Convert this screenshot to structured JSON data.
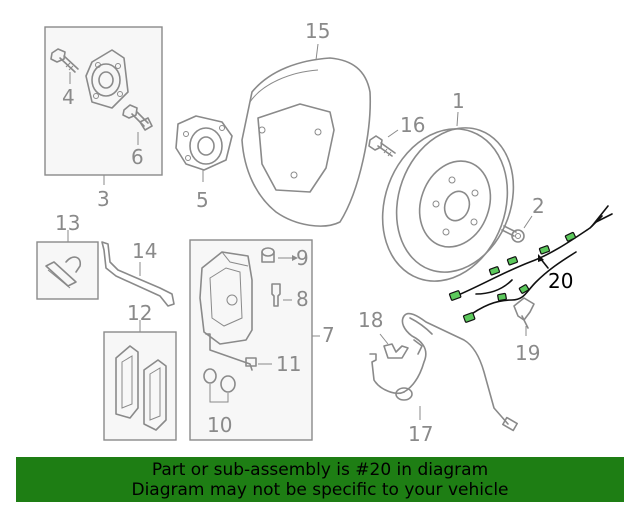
{
  "callouts": {
    "c1": "1",
    "c2": "2",
    "c3": "3",
    "c4": "4",
    "c5": "5",
    "c6": "6",
    "c7": "7",
    "c8": "8",
    "c9": "9",
    "c10": "10",
    "c11": "11",
    "c12": "12",
    "c13": "13",
    "c14": "14",
    "c15": "15",
    "c16": "16",
    "c17": "17",
    "c18": "18",
    "c19": "19",
    "c20": "20"
  },
  "highlight_color": "#5cc95c",
  "banner": {
    "line1": "Part or sub-assembly is #20 in diagram",
    "line2": "Diagram may not be specific to your vehicle",
    "background": "#1e7e14"
  }
}
